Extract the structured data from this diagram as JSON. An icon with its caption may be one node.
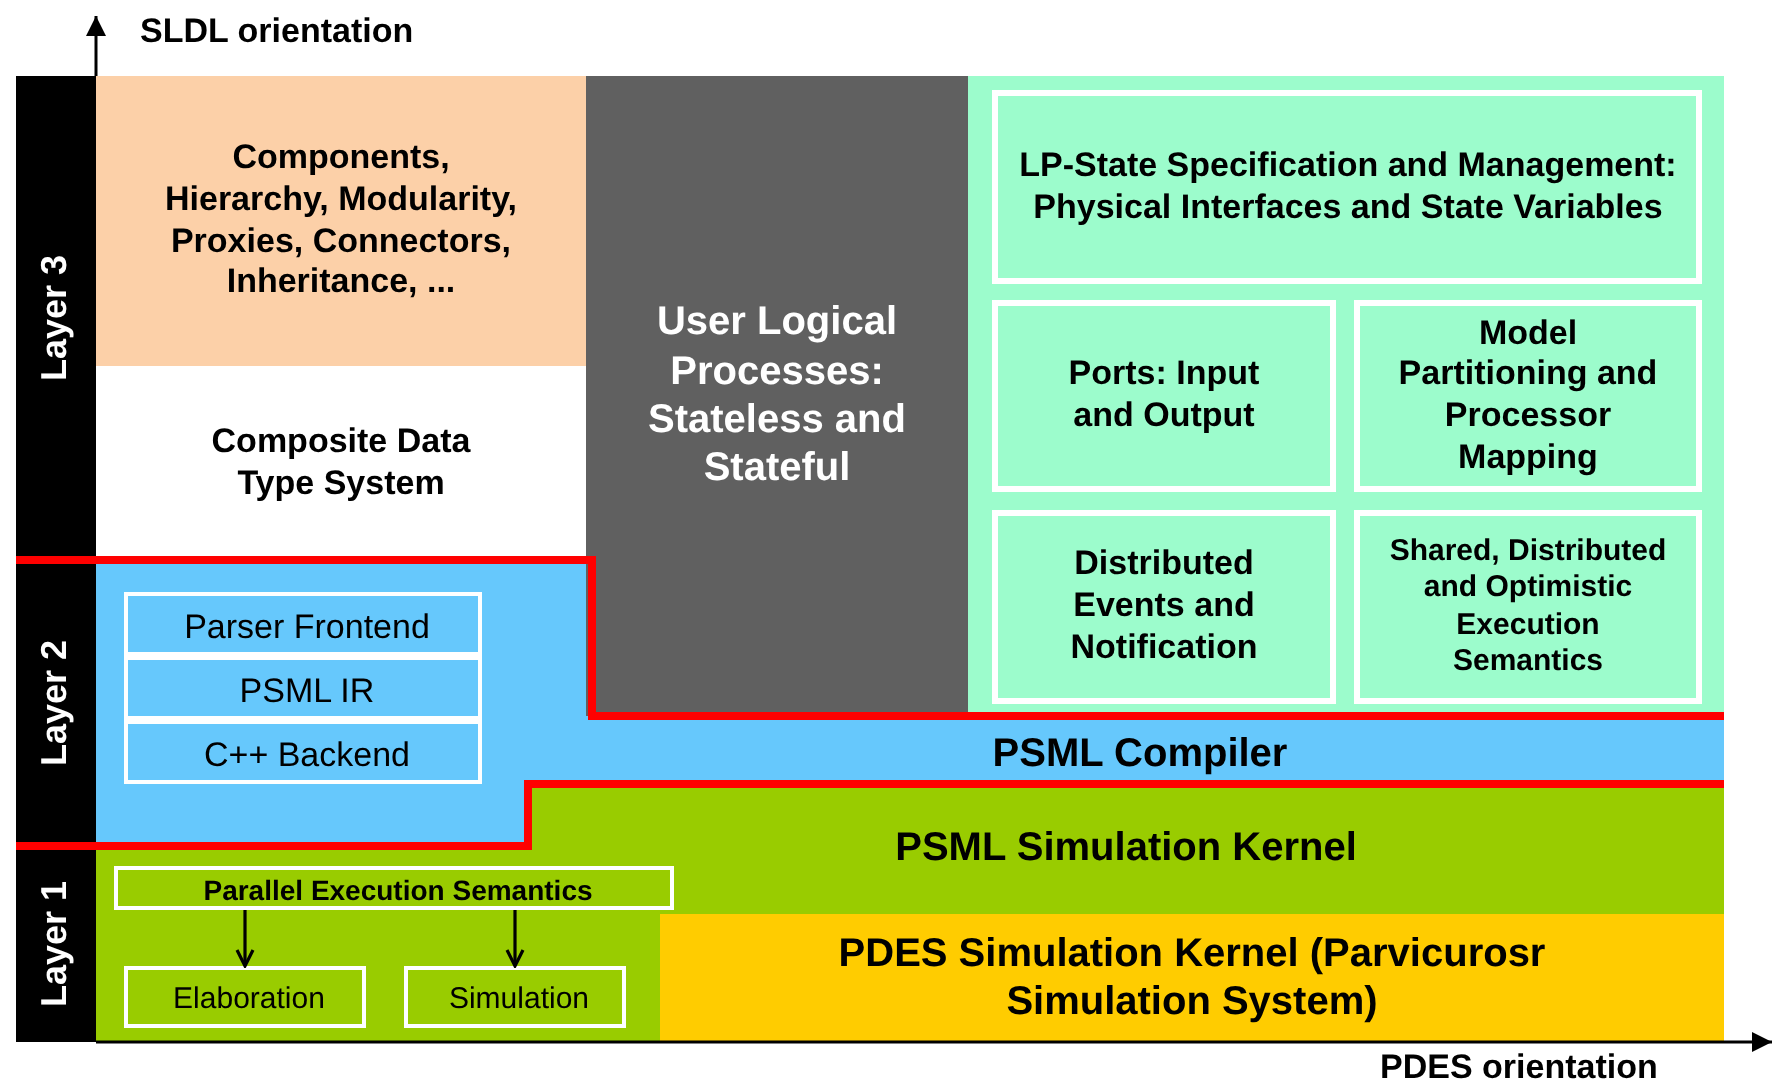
{
  "diagram": {
    "nodes": [
      {
        "text": [
          "Layer 3"
        ]
      },
      {
        "text": [
          "Layer 2"
        ]
      },
      {
        "text": [
          "Layer 1"
        ]
      },
      {
        "text": [
          "Components, Hierarchy, Modularity, Proxies, Connectors, Inheritance, ..."
        ]
      },
      {
        "text": [
          "Composite Data Type System"
        ]
      },
      {
        "text": [
          "User Logical Processes: Stateless and Stateful"
        ]
      },
      {
        "text": [],
        "shape": "box"
      },
      {
        "text": [
          "LP-State Specification and Management: Physical Interfaces and State Variables"
        ],
        "in": 6
      },
      {
        "text": [
          "Ports: Input and Output"
        ],
        "in": 6
      },
      {
        "text": [
          "Model Partitioning and Processor Mapping"
        ],
        "in": 6
      },
      {
        "text": [
          "Distributed Events and Notification"
        ],
        "in": 6
      },
      {
        "text": [
          "Shared, Distributed and Optimistic Execution Semantics"
        ],
        "in": 6
      },
      {
        "text": [
          "PSML Compiler"
        ]
      },
      {
        "text": [
          "Parser Frontend"
        ],
        "in": 12
      },
      {
        "text": [
          "PSML IR"
        ],
        "in": 12
      },
      {
        "text": [
          "C++ Backend"
        ],
        "in": 12
      },
      {
        "text": [
          "PSML Simulation Kernel"
        ]
      },
      {
        "text": [
          "Parallel Execution Semantics"
        ],
        "in": 16
      },
      {
        "text": [
          "Elaboration"
        ],
        "in": 16
      },
      {
        "text": [
          "Simulation"
        ],
        "in": 16
      },
      {
        "text": [
          "PDES Simulation Kernel (Parvicurosr Simulation System)"
        ]
      }
    ],
    "edges": [
      {
        "from": 17,
        "to": 18,
        "arrow": "to"
      },
      {
        "from": 17,
        "to": 19,
        "arrow": "to"
      }
    ],
    "labels": [
      "SLDL orientation",
      "PDES orientation"
    ]
  }
}
